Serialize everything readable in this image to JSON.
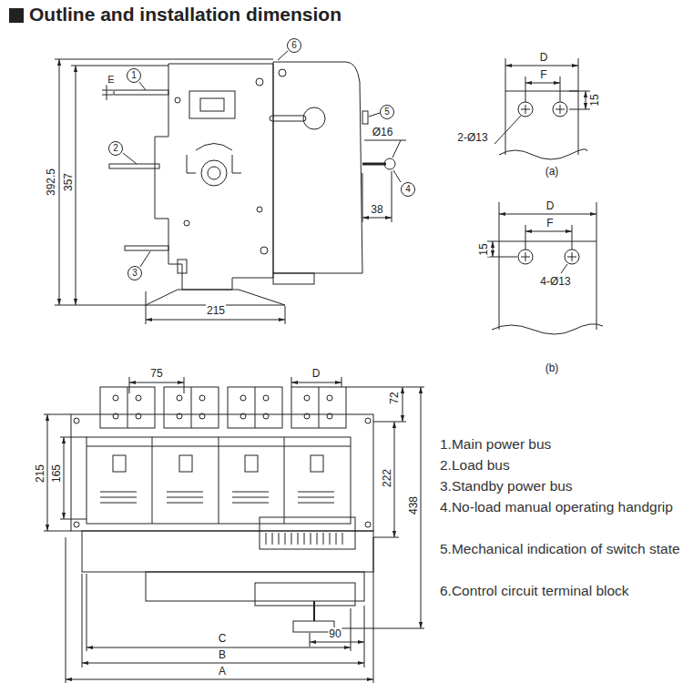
{
  "diagram": {
    "title": "Outline and installation dimension",
    "nodes": [
      {
        "text": [
          "1"
        ]
      },
      {
        "text": [
          "2"
        ]
      },
      {
        "text": [
          "3"
        ]
      },
      {
        "text": [
          "4"
        ]
      },
      {
        "text": [
          "5"
        ]
      },
      {
        "text": [
          "6"
        ]
      }
    ],
    "labels": [
      "E",
      "392.5",
      "357",
      "215",
      "Ø16",
      "38",
      "D",
      "F",
      "15",
      "2-Ø13",
      "(a)",
      "D",
      "F",
      "15",
      "4-Ø13",
      "(b)",
      "75",
      "D",
      "72",
      "215",
      "165",
      "222",
      "438",
      "90",
      "C",
      "B",
      "A",
      "1.Main power bus",
      "2.Load bus",
      "3.Standby power bus",
      "4.No-load manual operating handgrip",
      "5.Mechanical indication of switch state",
      "6.Control circuit terminal block"
    ]
  }
}
